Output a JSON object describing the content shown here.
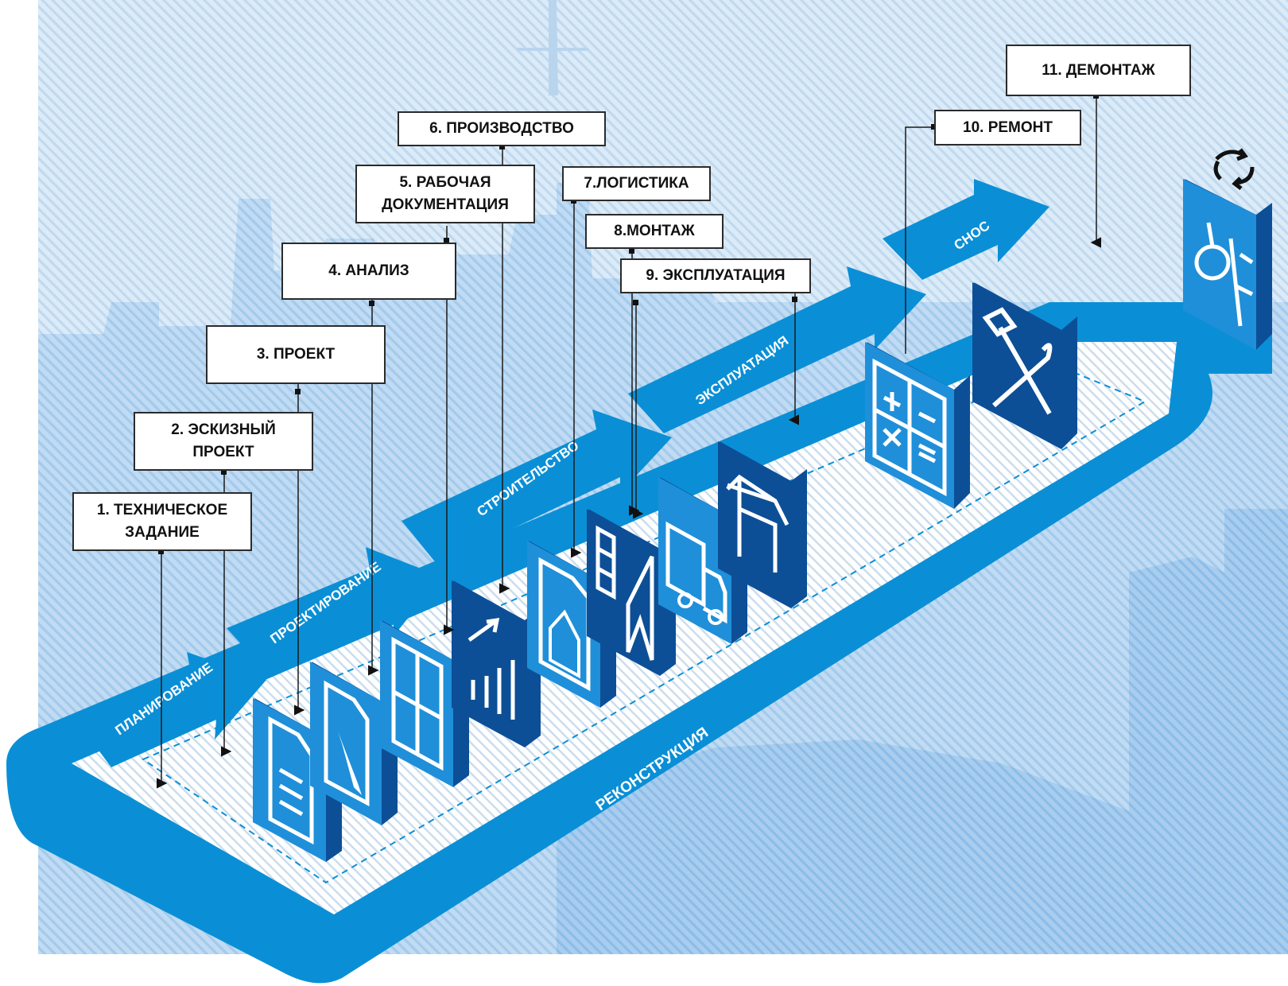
{
  "stages": [
    {
      "id": "1",
      "label": "1. ТЕХНИЧЕСКОЕ\nЗАДАНИЕ"
    },
    {
      "id": "2",
      "label": "2. ЭСКИЗНЫЙ\nПРОЕКТ"
    },
    {
      "id": "3",
      "label": "3. ПРОЕКТ"
    },
    {
      "id": "4",
      "label": "4. АНАЛИЗ"
    },
    {
      "id": "5",
      "label": "5. РАБОЧАЯ\nДОКУМЕНТАЦИЯ"
    },
    {
      "id": "6",
      "label": "6. ПРОИЗВОДСТВО"
    },
    {
      "id": "7",
      "label": "7.ЛОГИСТИКА"
    },
    {
      "id": "8",
      "label": "8.МОНТАЖ"
    },
    {
      "id": "9",
      "label": "9. ЭКСПЛУАТАЦИЯ"
    },
    {
      "id": "10",
      "label": "10. РЕМОНТ"
    },
    {
      "id": "11",
      "label": "11. ДЕМОНТАЖ"
    }
  ],
  "phases": {
    "planning": "ПЛАНИРОВАНИЕ",
    "design": "ПРОЕКТИРОВАНИЕ",
    "construction": "СТРОИТЕЛЬСТВО",
    "operation": "ЭКСПЛУАТАЦИЯ",
    "demolition": "СНОС",
    "reconstruction": "РЕКОНСТРУКЦИЯ"
  },
  "icons": [
    "document-icon",
    "pencil-document-icon",
    "floor-plan-icon",
    "growth-chart-icon",
    "house-document-icon",
    "building-panel-icon",
    "truck-icon",
    "crane-icon",
    "calculator-icon",
    "tools-icon",
    "demolition-ball-icon",
    "recycle-icon"
  ],
  "colors": {
    "primary": "#0a8fd6",
    "icon_light": "#1f8fd9",
    "icon_dark": "#0d4f97",
    "background": "#d5e6f6",
    "line": "#1a1a1a"
  }
}
